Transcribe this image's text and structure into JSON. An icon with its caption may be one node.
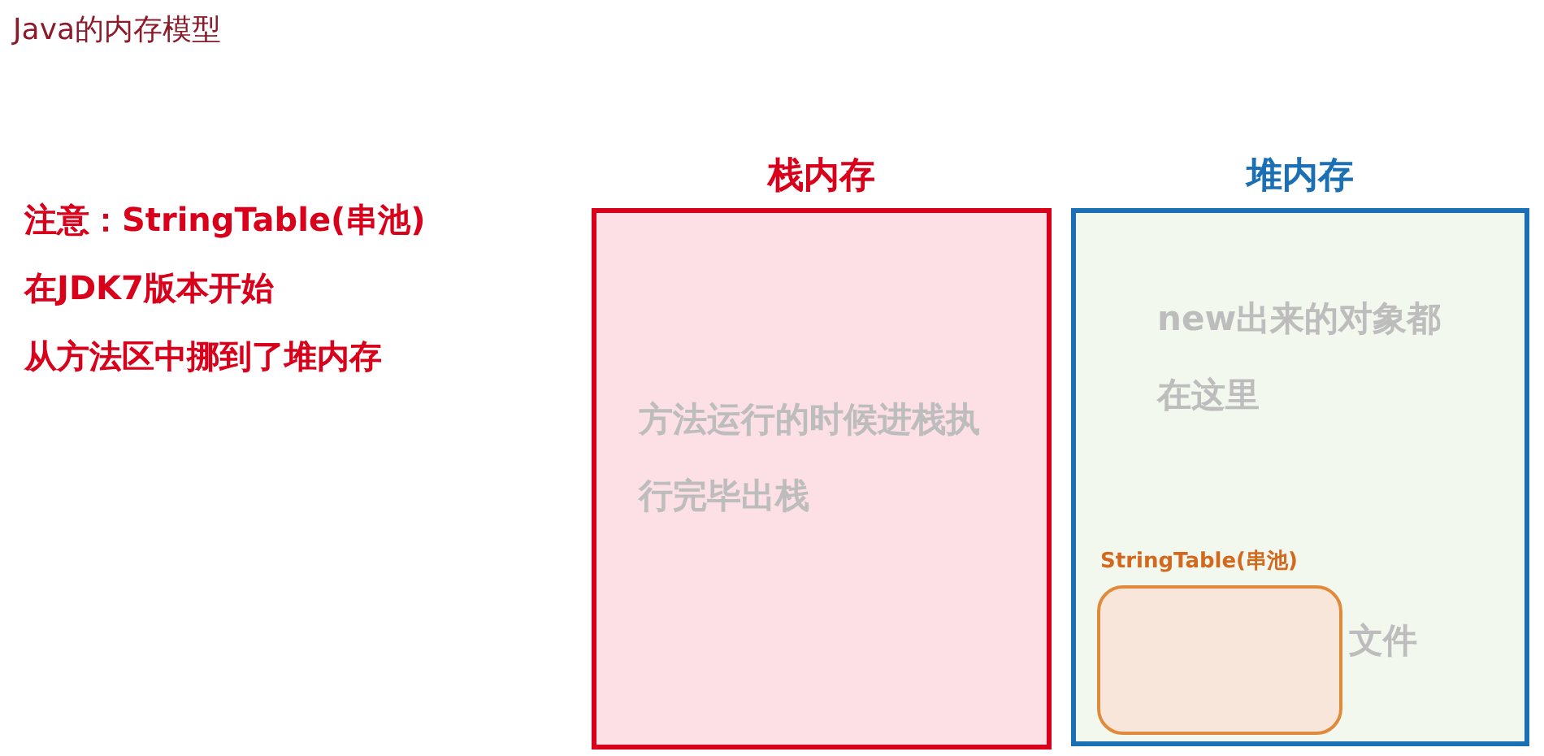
{
  "diagram": {
    "title": "Java的内存模型",
    "nodes": [
      {
        "text": [
          "栈内存",
          "方法运行的时候进栈执行完毕出栈"
        ]
      },
      {
        "text": [
          "堆内存",
          "new出来的对象都在这里",
          "文件"
        ]
      },
      {
        "text": [
          "StringTable(串池)"
        ],
        "in": 1
      }
    ],
    "labels": [
      "注意：StringTable(串池)",
      "在JDK7版本开始",
      "从方法区中挪到了堆内存"
    ]
  }
}
